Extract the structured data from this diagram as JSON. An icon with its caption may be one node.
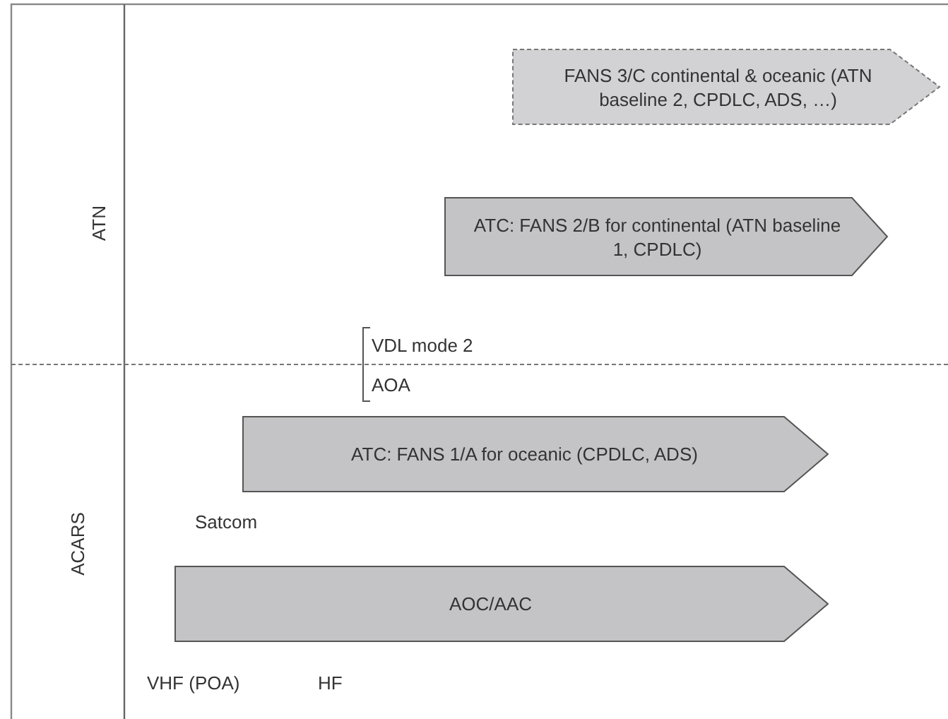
{
  "diagram": {
    "nodes": [
      {
        "text": [
          "FANS 3/C continental & oceanic (ATN baseline 2, CPDLC, ADS, …)"
        ]
      },
      {
        "text": [
          "ATC: FANS 2/B for continental (ATN baseline 1, CPDLC)"
        ]
      },
      {
        "text": [
          "ATC: FANS 1/A for oceanic (CPDLC, ADS)"
        ]
      },
      {
        "text": [
          "AOC/AAC"
        ]
      }
    ],
    "labels": [
      "ATN",
      "VDL mode 2",
      "AOA",
      "ACARS",
      "Satcom",
      "VHF (POA)",
      "HF"
    ]
  }
}
